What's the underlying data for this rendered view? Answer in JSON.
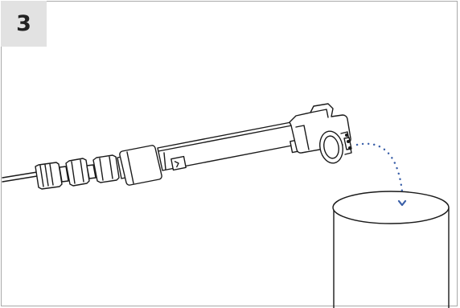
{
  "step": {
    "number": "3"
  },
  "colors": {
    "frame_border": "#a9a9a9",
    "badge_bg": "#e2e2e2",
    "line_art": "#1a1a1a",
    "flow_dots": "#3a5fa8"
  },
  "illustration": {
    "items": [
      "tubing",
      "compression-fittings",
      "filter-cartridge",
      "outlet-valve",
      "collection-vessel",
      "dripping-flow"
    ]
  }
}
